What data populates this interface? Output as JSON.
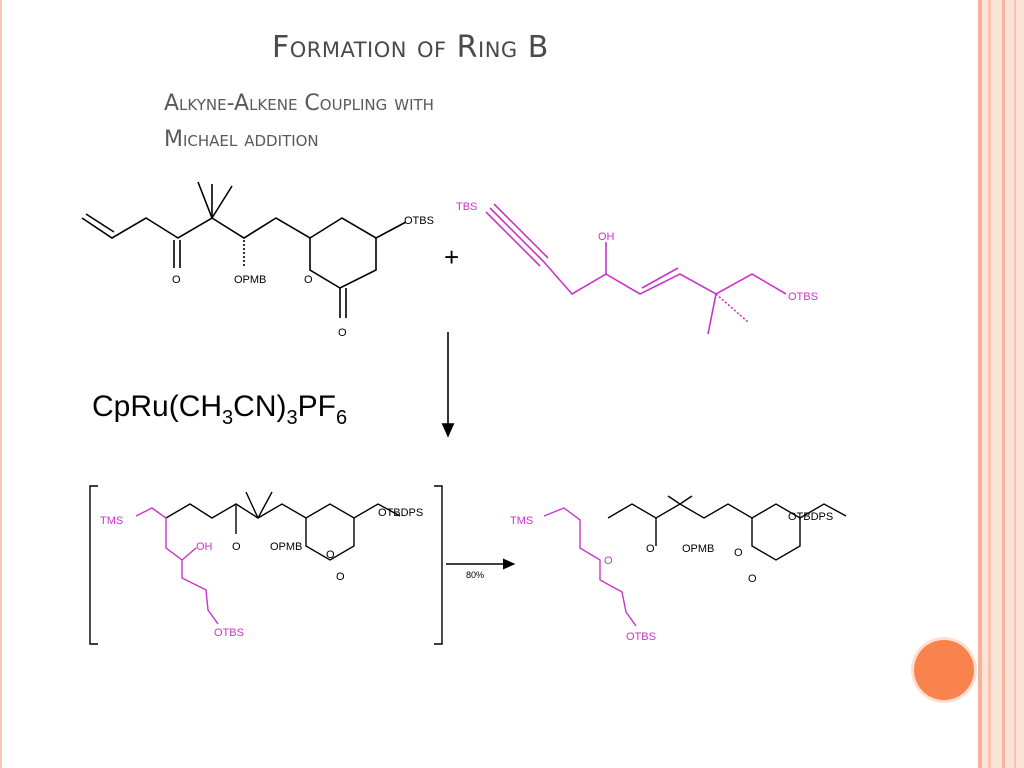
{
  "slide": {
    "title": "Formation of Ring B",
    "subtitle_line1": "Alkyne-Alkene Coupling with",
    "subtitle_line2": "Michael addition",
    "plus": "+",
    "reagent_parts": [
      "CpRu(CH",
      "3",
      "CN)",
      "3",
      "PF",
      "6"
    ],
    "yield_label": "80%"
  },
  "molecule_a": {
    "labels": [
      "OTBS",
      "O",
      "OPMB",
      "O",
      "O"
    ]
  },
  "molecule_b": {
    "labels": [
      "TBS",
      "OH",
      "OTBS"
    ]
  },
  "intermediate": {
    "labels": [
      "TMS",
      "OH",
      "O",
      "OPMB",
      "O",
      "O",
      "OTBDPS",
      "OTBS"
    ]
  },
  "product": {
    "labels": [
      "TMS",
      "O",
      "O",
      "OPMB",
      "O",
      "O",
      "OTBDPS",
      "OTBS"
    ]
  },
  "colors": {
    "title": "#4a4a4a",
    "magenta": "#cc33cc",
    "accent": "#f9834e",
    "frame": "#fbe3d8"
  }
}
